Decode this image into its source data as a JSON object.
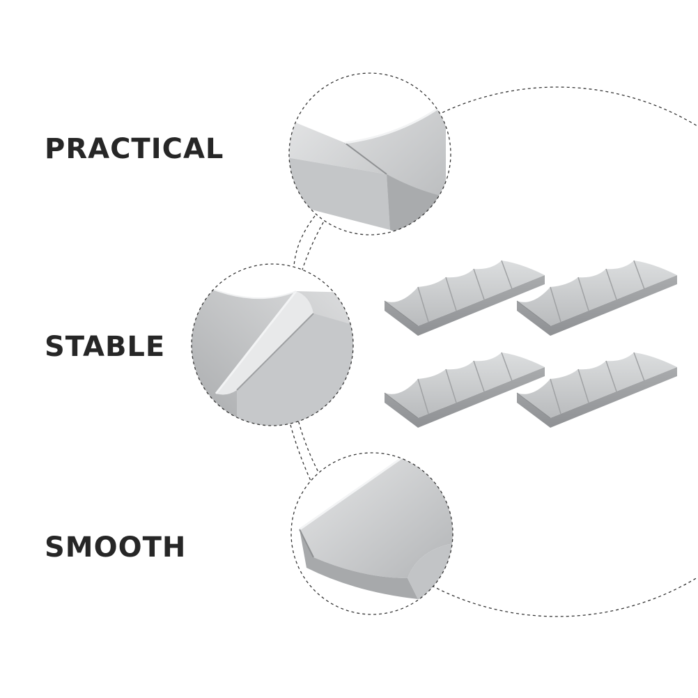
{
  "features": [
    {
      "label": "PRACTICAL"
    },
    {
      "label": "STABLE"
    },
    {
      "label": "SMOOTH"
    }
  ],
  "colors": {
    "text": "#262626",
    "product_gray": "#b5b7b9",
    "dashed_line": "#333333",
    "background": "#ffffff"
  }
}
